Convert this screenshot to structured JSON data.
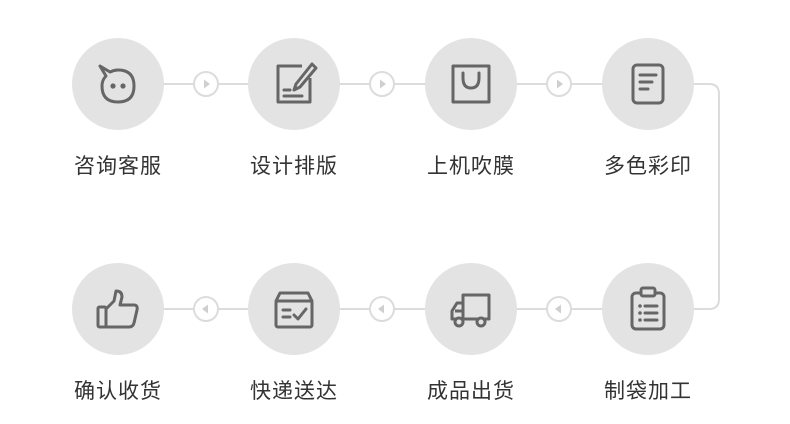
{
  "colors": {
    "circle": "#e3e3e3",
    "icon": "#666666",
    "connector": "#dcdcdc",
    "text": "#333333"
  },
  "steps": [
    {
      "label": "咨询客服",
      "icon": "chat-face-icon"
    },
    {
      "label": "设计排版",
      "icon": "edit-note-icon"
    },
    {
      "label": "上机吹膜",
      "icon": "shopping-bag-icon"
    },
    {
      "label": "多色彩印",
      "icon": "document-icon"
    },
    {
      "label": "制袋加工",
      "icon": "clipboard-list-icon"
    },
    {
      "label": "成品出货",
      "icon": "truck-icon"
    },
    {
      "label": "快递送达",
      "icon": "delivered-box-icon"
    },
    {
      "label": "确认收货",
      "icon": "thumbs-up-icon"
    }
  ]
}
